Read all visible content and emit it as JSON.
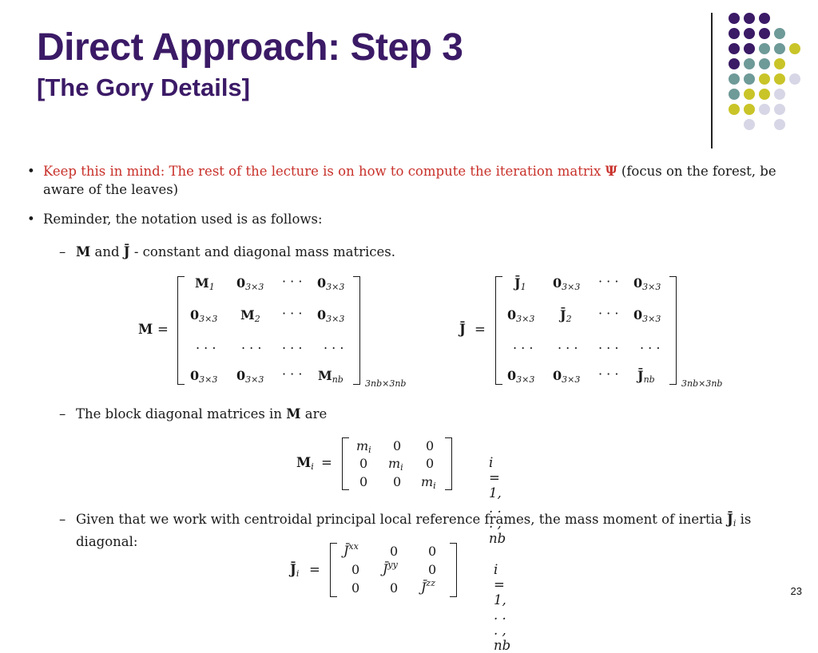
{
  "title": "Direct Approach: Step 3",
  "subtitle": "[The Gory Details]",
  "bullet1": {
    "marker": "•",
    "red": "Keep this in mind: The rest of the lecture is on how to compute the iteration matrix",
    "symbol": "Ψ",
    "rest": "(focus on the forest, be aware of the leaves)"
  },
  "bullet2": {
    "marker": "•",
    "text": "Reminder, the notation used is as follows:"
  },
  "sub1": {
    "marker": "–",
    "m": "M",
    "and": "and",
    "j": "J̄",
    "rest": "- constant and diagonal mass matrices."
  },
  "sub2": {
    "marker": "–",
    "text": "The block diagonal matrices in",
    "m": "M",
    "rest": "are"
  },
  "sub3": {
    "marker": "–",
    "text": "Given that we work with centroidal principal local reference frames, the mass moment of inertia",
    "j": "J̄",
    "idx": "i",
    "rest": "is diagonal:"
  },
  "eq": "=",
  "matM": {
    "lhs": "M",
    "size": "3nb×3nb"
  },
  "matJ": {
    "lhs": "J̄",
    "size": "3nb×3nb"
  },
  "matMi": {
    "lhs": "M",
    "idx": "i",
    "range": "i = 1, . . . , nb"
  },
  "matJi": {
    "lhs": "J̄",
    "idx": "i",
    "range": "i = 1, . . . , nb"
  },
  "cells": {
    "zero": "0",
    "z33": "3×3",
    "dots": "· · ·",
    "ldots": ". . .",
    "m": "m",
    "mi": "i",
    "sub1": "1",
    "sub2": "2",
    "subnb": "nb",
    "jbar": "J̄",
    "xx": "xx",
    "yy": "yy",
    "zz": "zz"
  },
  "page_number": "23",
  "colors": {
    "purple": "#3b1a66",
    "teal": "#6e9a98",
    "olive": "#c9c428",
    "lavender": "#d6d6e6",
    "red": "#c8302a"
  }
}
